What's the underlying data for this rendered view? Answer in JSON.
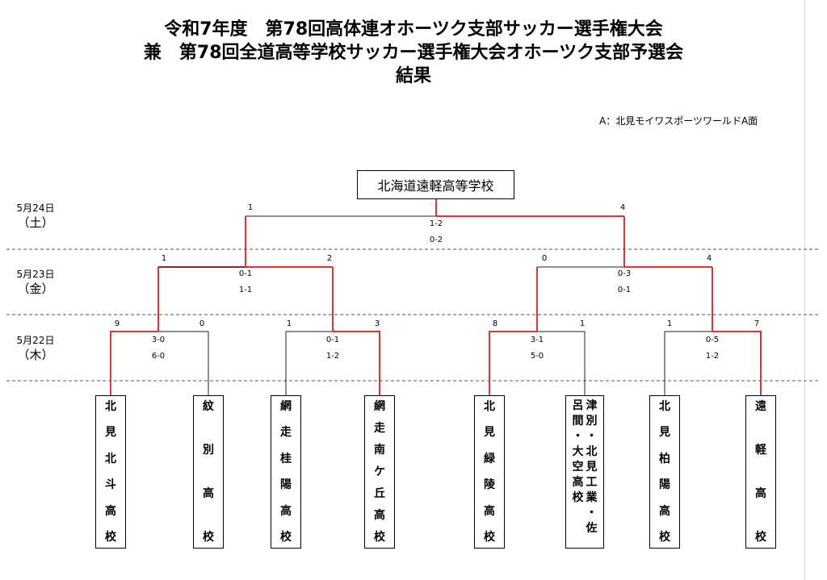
{
  "title": {
    "line1": "令和7年度　第78回高体連オホーツク支部サッカー選手権大会",
    "line2": "兼　第78回全道高等学校サッカー選手権大会オホーツク支部予選会",
    "line3": "結果"
  },
  "venue": "A：北見モイワスポーツワールドA面",
  "champion": "北海道遠軽高等学校",
  "days": [
    {
      "date": "5月24日",
      "dow": "（土）"
    },
    {
      "date": "5月23日",
      "dow": "（金）"
    },
    {
      "date": "5月22日",
      "dow": "（木）"
    }
  ],
  "teams": [
    {
      "name": "北見北斗高校"
    },
    {
      "name": "紋別高校"
    },
    {
      "name": "網走桂陽高校"
    },
    {
      "name": "網走南ケ丘高校"
    },
    {
      "name": "北見緑陵高校"
    },
    {
      "name": "津別・北見工業・佐呂間・大空高校",
      "col1": "津別・北見工業・佐",
      "col2": "呂間・大空高校"
    },
    {
      "name": "北見柏陽高校"
    },
    {
      "name": "遠軽高校"
    }
  ],
  "round1": [
    {
      "left_score": "9",
      "right_score": "0",
      "half1": "3-0",
      "half2": "6-0"
    },
    {
      "left_score": "1",
      "right_score": "3",
      "half1": "0-1",
      "half2": "1-2"
    },
    {
      "left_score": "8",
      "right_score": "1",
      "half1": "3-1",
      "half2": "5-0"
    },
    {
      "left_score": "1",
      "right_score": "7",
      "half1": "0-5",
      "half2": "1-2"
    }
  ],
  "round2": [
    {
      "left_score": "1",
      "right_score": "2",
      "half1": "0-1",
      "half2": "1-1"
    },
    {
      "left_score": "0",
      "right_score": "4",
      "half1": "0-3",
      "half2": "0-1"
    }
  ],
  "final": {
    "left_score": "1",
    "right_score": "4",
    "half1": "1-2",
    "half2": "0-2"
  },
  "colors": {
    "winner_line": "#e8312f",
    "loser_line": "#222222",
    "divider": "#555555"
  }
}
